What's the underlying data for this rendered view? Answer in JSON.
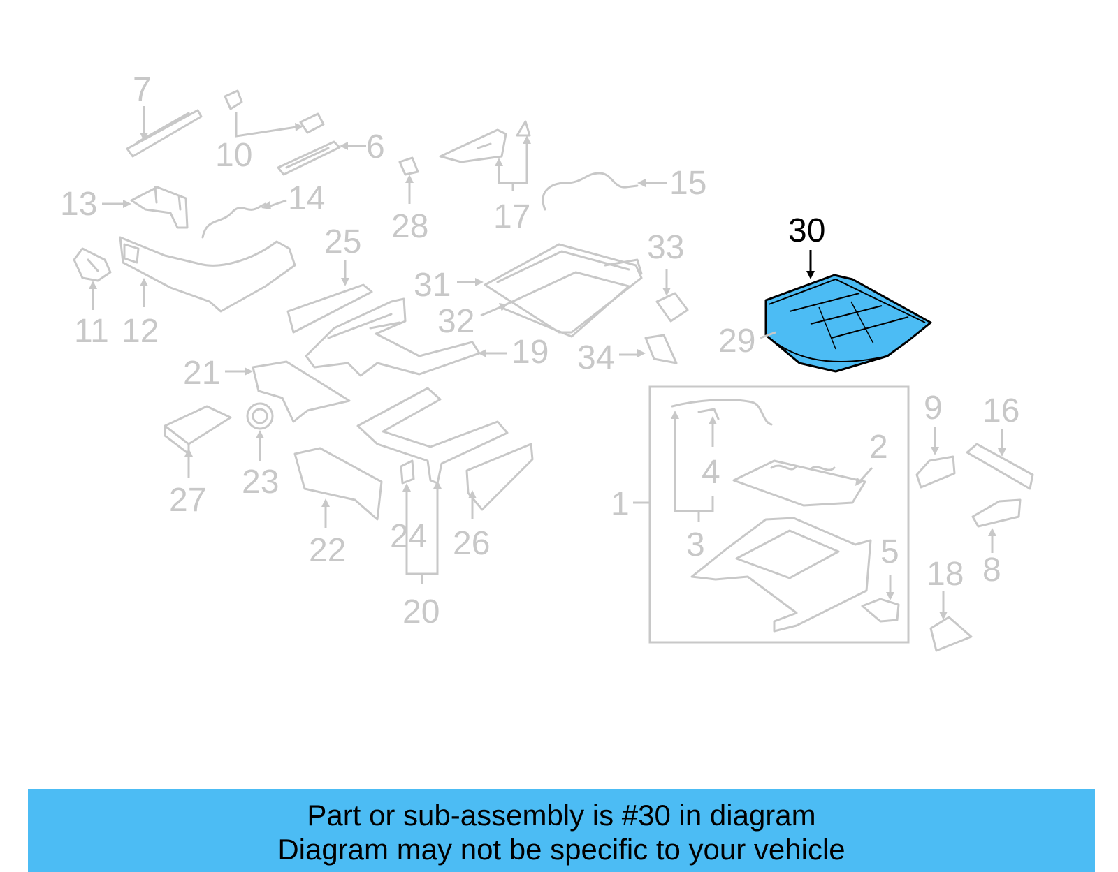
{
  "diagram": {
    "highlight_color": "#4cbcf4",
    "muted_color": "#c8c8c8",
    "highlighted_callout": "30",
    "callouts": [
      {
        "id": "1",
        "text": "1"
      },
      {
        "id": "2",
        "text": "2"
      },
      {
        "id": "3",
        "text": "3"
      },
      {
        "id": "4",
        "text": "4"
      },
      {
        "id": "5",
        "text": "5"
      },
      {
        "id": "6",
        "text": "6"
      },
      {
        "id": "7",
        "text": "7"
      },
      {
        "id": "8",
        "text": "8"
      },
      {
        "id": "9",
        "text": "9"
      },
      {
        "id": "10",
        "text": "10"
      },
      {
        "id": "11",
        "text": "11"
      },
      {
        "id": "12",
        "text": "12"
      },
      {
        "id": "13",
        "text": "13"
      },
      {
        "id": "14",
        "text": "14"
      },
      {
        "id": "15",
        "text": "15"
      },
      {
        "id": "16",
        "text": "16"
      },
      {
        "id": "17",
        "text": "17"
      },
      {
        "id": "18",
        "text": "18"
      },
      {
        "id": "19",
        "text": "19"
      },
      {
        "id": "20",
        "text": "20"
      },
      {
        "id": "21",
        "text": "21"
      },
      {
        "id": "22",
        "text": "22"
      },
      {
        "id": "23",
        "text": "23"
      },
      {
        "id": "24",
        "text": "24"
      },
      {
        "id": "25",
        "text": "25"
      },
      {
        "id": "26",
        "text": "26"
      },
      {
        "id": "27",
        "text": "27"
      },
      {
        "id": "28",
        "text": "28"
      },
      {
        "id": "29",
        "text": "29"
      },
      {
        "id": "30",
        "text": "30"
      },
      {
        "id": "31",
        "text": "31"
      },
      {
        "id": "32",
        "text": "32"
      },
      {
        "id": "33",
        "text": "33"
      },
      {
        "id": "34",
        "text": "34"
      }
    ]
  },
  "caption": {
    "background": "#4cbcf4",
    "line1": "Part or sub-assembly is #30 in diagram",
    "line2": "Diagram may not be specific to your vehicle"
  }
}
